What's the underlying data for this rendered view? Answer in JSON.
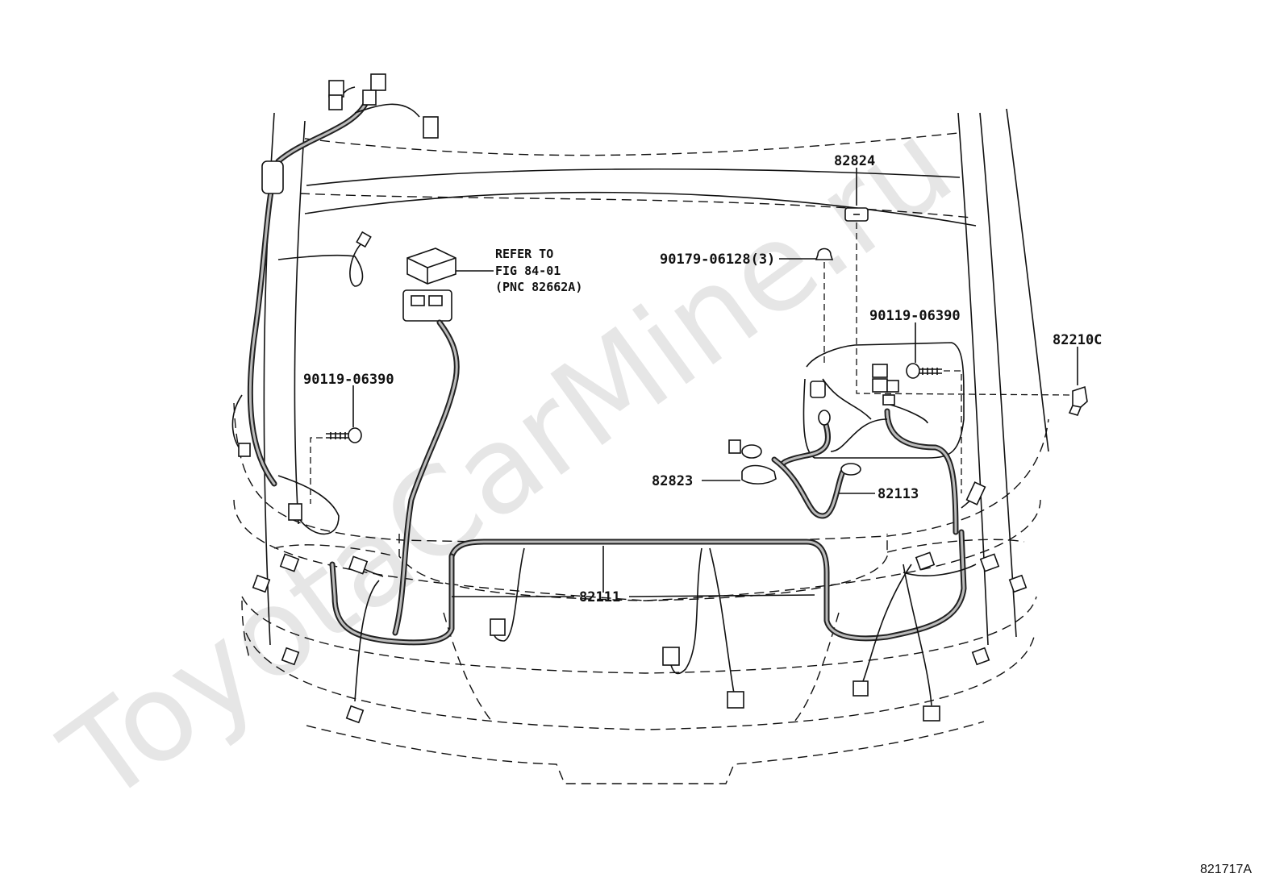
{
  "watermark": "ToyotaCarMine.ru",
  "diagram_code": "821717A",
  "parts": {
    "p82824": "82824",
    "p90179": "90179-06128(3)",
    "p90119_right": "90119-06390",
    "p82210c": "82210C",
    "p90119_left": "90119-06390",
    "p82823": "82823",
    "p82113": "82113",
    "p82111": "82111"
  },
  "note": {
    "line1": "REFER TO",
    "line2": "FIG 84-01",
    "line3": "(PNC 82662A)"
  },
  "colors": {
    "ink": "#111111",
    "watermark": "#e6e6e6",
    "background": "#ffffff"
  }
}
